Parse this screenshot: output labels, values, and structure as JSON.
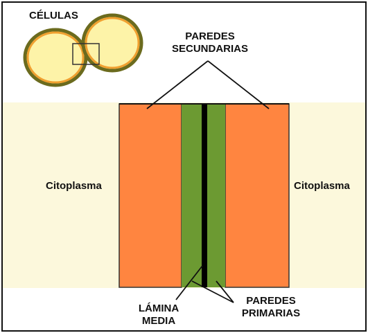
{
  "labels": {
    "cells": "CÉLULAS",
    "secondary_walls": [
      "PAREDES",
      "SECUNDARIAS"
    ],
    "cytoplasm_left": "Citoplasma",
    "cytoplasm_right": "Citoplasma",
    "middle_lamella": [
      "LÁMINA",
      "MEDIA"
    ],
    "primary_walls": [
      "PAREDES",
      "PRIMARIAS"
    ]
  },
  "colors": {
    "cytoplasm_band": "#fcf8dc",
    "secondary_wall": "#ff8540",
    "primary_wall": "#6c9a32",
    "middle_lamella": "#000000",
    "cell_fill": "#fdf3a8",
    "cell_ring_outer": "#6b6b1e",
    "cell_ring_inner": "#f0a030",
    "outline": "#222222"
  }
}
